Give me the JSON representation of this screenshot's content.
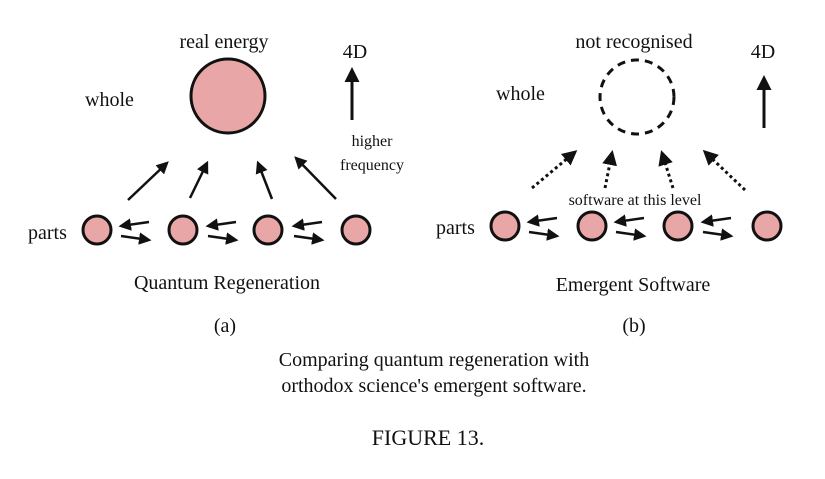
{
  "panel_a": {
    "whole_label": "whole",
    "parts_label": "parts",
    "top_label": "real energy",
    "dim_label": "4D",
    "arrow_note_1": "higher",
    "arrow_note_2": "frequency",
    "title": "Quantum Regeneration",
    "letter": "(a)"
  },
  "panel_b": {
    "whole_label": "whole",
    "parts_label": "parts",
    "top_label": "not recognised",
    "dim_label": "4D",
    "mid_note": "software at this level",
    "title": "Emergent Software",
    "letter": "(b)"
  },
  "caption_line_1": "Comparing quantum regeneration with",
  "caption_line_2": "orthodox science's emergent software.",
  "figure_label": "FIGURE 13.",
  "colors": {
    "fill": "#e8a6a6",
    "stroke": "#111111"
  }
}
